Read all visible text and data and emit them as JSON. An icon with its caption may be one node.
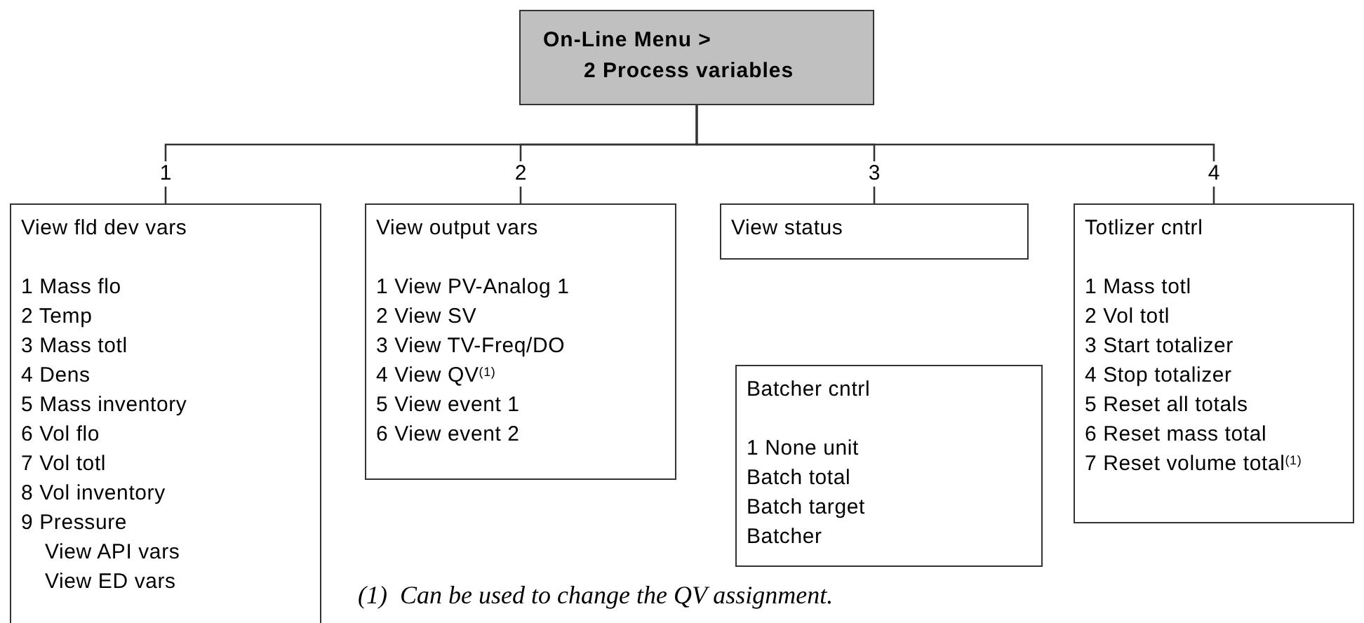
{
  "diagram": {
    "nodes": [
      {
        "text": [
          "On-Line Menu >",
          "2 Process variables"
        ]
      },
      {
        "text": [
          "View fld dev vars",
          "1 Mass flo",
          "2 Temp",
          "3 Mass totl",
          "4 Dens",
          "5 Mass inventory",
          "6 Vol flo",
          "7 Vol totl",
          "8 Vol inventory",
          "9 Pressure",
          "View API vars",
          "View ED vars"
        ]
      },
      {
        "text": [
          "View output vars",
          "1 View PV-Analog 1",
          "2 View SV",
          "3 View TV-Freq/DO",
          "4 View QV$^{(1)}$",
          "5 View event 1",
          "6 View event 2"
        ]
      },
      {
        "text": [
          "View status"
        ]
      },
      {
        "text": [
          "Totlizer cntrl",
          "1 Mass totl",
          "2 Vol totl",
          "3 Start totalizer",
          "4 Stop totalizer",
          "5 Reset all totals",
          "6 Reset mass total",
          "7 Reset volume total$^{(1)}$"
        ]
      },
      {
        "text": [
          "Batcher cntrl",
          "1 None unit",
          "Batch total",
          "Batch target",
          "Batcher"
        ]
      }
    ],
    "edges": [
      {
        "from": 0,
        "to": 1,
        "arrow": "none",
        "label": "1"
      },
      {
        "from": 0,
        "to": 2,
        "arrow": "none",
        "label": "2"
      },
      {
        "from": 0,
        "to": 3,
        "arrow": "none",
        "label": "3"
      },
      {
        "from": 0,
        "to": 4,
        "arrow": "none",
        "label": "4"
      }
    ],
    "labels": [
      "(1)  Can be used to change the QV assignment."
    ]
  }
}
